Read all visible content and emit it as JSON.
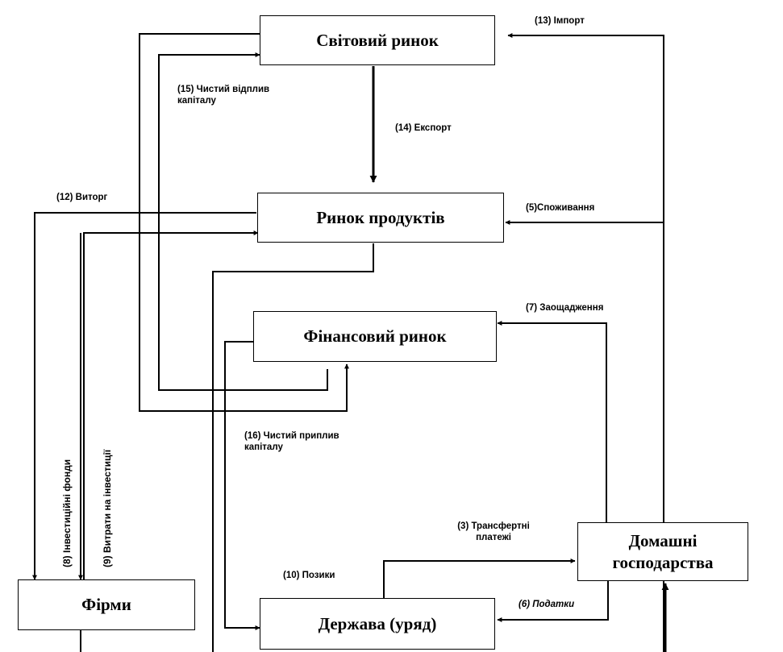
{
  "boxes": {
    "world_market": "Світовий ринок",
    "product_market": "Ринок продуктів",
    "financial_market": "Фінансовий ринок",
    "households": "Домашні господарства",
    "state": "Держава (уряд)",
    "firms": "Фірми"
  },
  "flows": {
    "f13": "(13) Імпорт",
    "f15": "(15) Чистий відплив капіталу",
    "f14": "(14) Експорт",
    "f12": "(12) Виторг",
    "f5": "(5)Споживання",
    "f7": "(7) Заощадження",
    "f16": "(16) Чистий приплив капіталу",
    "f3": "(3) Трансфертні платежі",
    "f10": "(10) Позики",
    "f6": "(6) Податки",
    "f8": "(8) Інвестиційні фонди",
    "f9": "(9) Витрати на інвестиції"
  }
}
